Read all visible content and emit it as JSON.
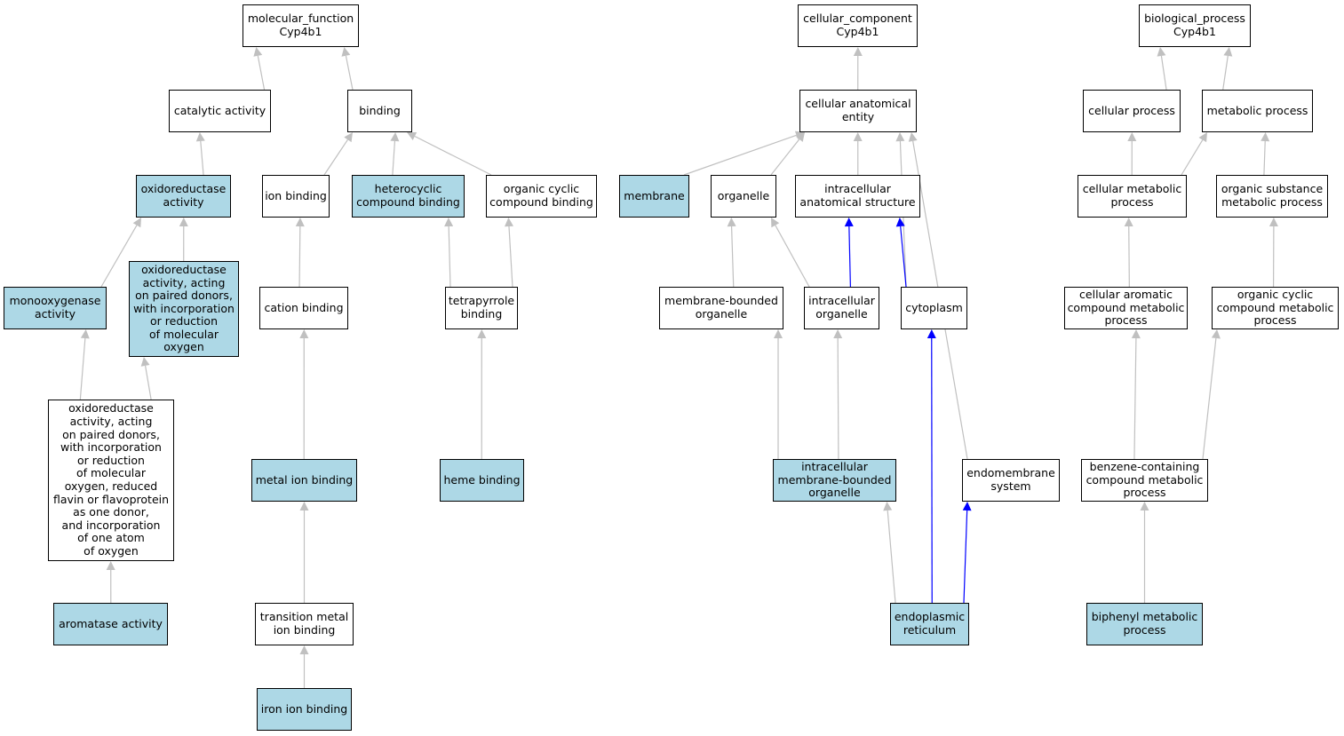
{
  "colors": {
    "highlight": "#add8e6",
    "node_fill": "#ffffff",
    "edge_default": "#c0c0c0",
    "edge_path": "#0000ff"
  },
  "nodes": [
    {
      "id": "mf_root",
      "label": "molecular_function\nCyp4b1",
      "highlighted": false
    },
    {
      "id": "catalytic",
      "label": "catalytic activity",
      "highlighted": false
    },
    {
      "id": "binding",
      "label": "binding",
      "highlighted": false
    },
    {
      "id": "oxidoreductase",
      "label": "oxidoreductase\nactivity",
      "highlighted": true
    },
    {
      "id": "ion_binding",
      "label": "ion binding",
      "highlighted": false
    },
    {
      "id": "heterocyclic",
      "label": "heterocyclic\ncompound binding",
      "highlighted": true
    },
    {
      "id": "org_cyclic_binding",
      "label": "organic cyclic\ncompound binding",
      "highlighted": false
    },
    {
      "id": "monooxygenase",
      "label": "monooxygenase\nactivity",
      "highlighted": true
    },
    {
      "id": "oxred_paired",
      "label": "oxidoreductase\nactivity, acting\non paired donors,\nwith incorporation\nor reduction\nof molecular\noxygen",
      "highlighted": true
    },
    {
      "id": "cation_binding",
      "label": "cation binding",
      "highlighted": false
    },
    {
      "id": "tetrapyrrole",
      "label": "tetrapyrrole\nbinding",
      "highlighted": false
    },
    {
      "id": "oxred_flavin",
      "label": "oxidoreductase\nactivity, acting\non paired donors,\nwith incorporation\nor reduction\nof molecular\noxygen, reduced\nflavin or flavoprotein\nas one donor,\nand incorporation\nof one atom\nof oxygen",
      "highlighted": false
    },
    {
      "id": "metal_ion",
      "label": "metal ion binding",
      "highlighted": true
    },
    {
      "id": "heme",
      "label": "heme binding",
      "highlighted": true
    },
    {
      "id": "aromatase",
      "label": "aromatase activity",
      "highlighted": true
    },
    {
      "id": "transition_metal",
      "label": "transition metal\nion binding",
      "highlighted": false
    },
    {
      "id": "iron_ion",
      "label": "iron ion binding",
      "highlighted": true
    },
    {
      "id": "cc_root",
      "label": "cellular_component\nCyp4b1",
      "highlighted": false
    },
    {
      "id": "cae",
      "label": "cellular anatomical\nentity",
      "highlighted": false
    },
    {
      "id": "membrane",
      "label": "membrane",
      "highlighted": true
    },
    {
      "id": "organelle",
      "label": "organelle",
      "highlighted": false
    },
    {
      "id": "ias",
      "label": "intracellular\nanatomical structure",
      "highlighted": false
    },
    {
      "id": "mbo",
      "label": "membrane-bounded\norganelle",
      "highlighted": false
    },
    {
      "id": "intra_org",
      "label": "intracellular\norganelle",
      "highlighted": false
    },
    {
      "id": "cytoplasm",
      "label": "cytoplasm",
      "highlighted": false
    },
    {
      "id": "imbo",
      "label": "intracellular\nmembrane-bounded\norganelle",
      "highlighted": true
    },
    {
      "id": "endomembrane",
      "label": "endomembrane\nsystem",
      "highlighted": false
    },
    {
      "id": "er",
      "label": "endoplasmic\nreticulum",
      "highlighted": true
    },
    {
      "id": "bp_root",
      "label": "biological_process\nCyp4b1",
      "highlighted": false
    },
    {
      "id": "cellular_process",
      "label": "cellular process",
      "highlighted": false
    },
    {
      "id": "metabolic_process",
      "label": "metabolic process",
      "highlighted": false
    },
    {
      "id": "cell_metab",
      "label": "cellular metabolic\nprocess",
      "highlighted": false
    },
    {
      "id": "org_subst_metab",
      "label": "organic substance\nmetabolic process",
      "highlighted": false
    },
    {
      "id": "cell_arom",
      "label": "cellular aromatic\ncompound metabolic\nprocess",
      "highlighted": false
    },
    {
      "id": "org_cyclic_metab",
      "label": "organic cyclic\ncompound metabolic\nprocess",
      "highlighted": false
    },
    {
      "id": "benzene",
      "label": "benzene-containing\ncompound metabolic\nprocess",
      "highlighted": false
    },
    {
      "id": "biphenyl",
      "label": "biphenyl metabolic\nprocess",
      "highlighted": true
    }
  ],
  "edges": [
    {
      "from": "catalytic",
      "to": "mf_root",
      "color": "gray"
    },
    {
      "from": "binding",
      "to": "mf_root",
      "color": "gray"
    },
    {
      "from": "oxidoreductase",
      "to": "catalytic",
      "color": "gray"
    },
    {
      "from": "ion_binding",
      "to": "binding",
      "color": "gray"
    },
    {
      "from": "heterocyclic",
      "to": "binding",
      "color": "gray"
    },
    {
      "from": "org_cyclic_binding",
      "to": "binding",
      "color": "gray"
    },
    {
      "from": "monooxygenase",
      "to": "oxidoreductase",
      "color": "gray"
    },
    {
      "from": "oxred_paired",
      "to": "oxidoreductase",
      "color": "gray"
    },
    {
      "from": "oxred_flavin",
      "to": "monooxygenase",
      "color": "gray"
    },
    {
      "from": "oxred_flavin",
      "to": "oxred_paired",
      "color": "gray"
    },
    {
      "from": "aromatase",
      "to": "oxred_flavin",
      "color": "gray"
    },
    {
      "from": "cation_binding",
      "to": "ion_binding",
      "color": "gray"
    },
    {
      "from": "metal_ion",
      "to": "cation_binding",
      "color": "gray"
    },
    {
      "from": "transition_metal",
      "to": "metal_ion",
      "color": "gray"
    },
    {
      "from": "iron_ion",
      "to": "transition_metal",
      "color": "gray"
    },
    {
      "from": "tetrapyrrole",
      "to": "heterocyclic",
      "color": "gray"
    },
    {
      "from": "tetrapyrrole",
      "to": "org_cyclic_binding",
      "color": "gray"
    },
    {
      "from": "heme",
      "to": "tetrapyrrole",
      "color": "gray"
    },
    {
      "from": "cae",
      "to": "cc_root",
      "color": "gray"
    },
    {
      "from": "membrane",
      "to": "cae",
      "color": "gray"
    },
    {
      "from": "organelle",
      "to": "cae",
      "color": "gray"
    },
    {
      "from": "ias",
      "to": "cae",
      "color": "gray"
    },
    {
      "from": "cytoplasm",
      "to": "cae",
      "color": "gray"
    },
    {
      "from": "endomembrane",
      "to": "cae",
      "color": "gray"
    },
    {
      "from": "mbo",
      "to": "organelle",
      "color": "gray"
    },
    {
      "from": "intra_org",
      "to": "organelle",
      "color": "gray"
    },
    {
      "from": "intra_org",
      "to": "ias",
      "color": "blue"
    },
    {
      "from": "cytoplasm",
      "to": "ias",
      "color": "blue"
    },
    {
      "from": "imbo",
      "to": "mbo",
      "color": "gray"
    },
    {
      "from": "imbo",
      "to": "intra_org",
      "color": "gray"
    },
    {
      "from": "er",
      "to": "imbo",
      "color": "gray"
    },
    {
      "from": "er",
      "to": "cytoplasm",
      "color": "blue"
    },
    {
      "from": "er",
      "to": "endomembrane",
      "color": "blue"
    },
    {
      "from": "cellular_process",
      "to": "bp_root",
      "color": "gray"
    },
    {
      "from": "metabolic_process",
      "to": "bp_root",
      "color": "gray"
    },
    {
      "from": "cell_metab",
      "to": "cellular_process",
      "color": "gray"
    },
    {
      "from": "cell_metab",
      "to": "metabolic_process",
      "color": "gray"
    },
    {
      "from": "org_subst_metab",
      "to": "metabolic_process",
      "color": "gray"
    },
    {
      "from": "cell_arom",
      "to": "cell_metab",
      "color": "gray"
    },
    {
      "from": "org_cyclic_metab",
      "to": "org_subst_metab",
      "color": "gray"
    },
    {
      "from": "benzene",
      "to": "cell_arom",
      "color": "gray"
    },
    {
      "from": "benzene",
      "to": "org_cyclic_metab",
      "color": "gray"
    },
    {
      "from": "biphenyl",
      "to": "benzene",
      "color": "gray"
    }
  ]
}
